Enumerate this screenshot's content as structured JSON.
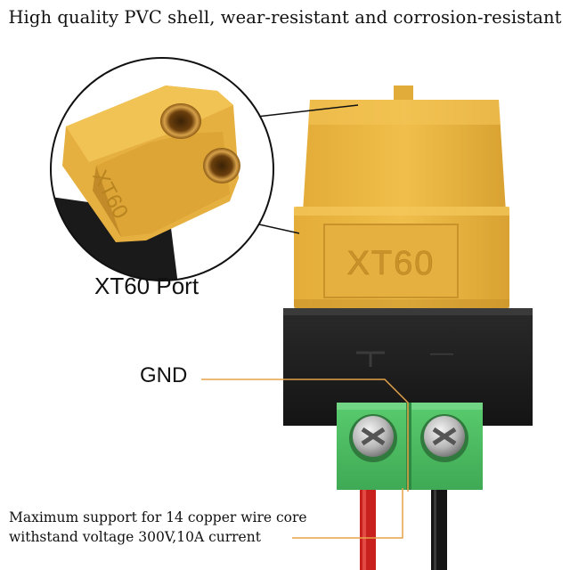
{
  "headline": "High quality PVC shell, wear-resistant and corrosion-resistant",
  "callouts": {
    "port_label": "XT60 Port",
    "gnd_label": "GND"
  },
  "connector": {
    "brand_mark": "XT60",
    "polarity_minus": "—"
  },
  "spec": {
    "line1": "Maximum support for 14 copper wire core",
    "line2": "withstand voltage 300V,10A current"
  },
  "colors": {
    "housing_yellow": "#E8B33A",
    "housing_shadow": "#C9922A",
    "black_shell": "#1E1E1E",
    "terminal_green": "#4DBF63",
    "callout_line": "#E6A24A",
    "wire_red": "#C8201C",
    "wire_black": "#151515"
  }
}
